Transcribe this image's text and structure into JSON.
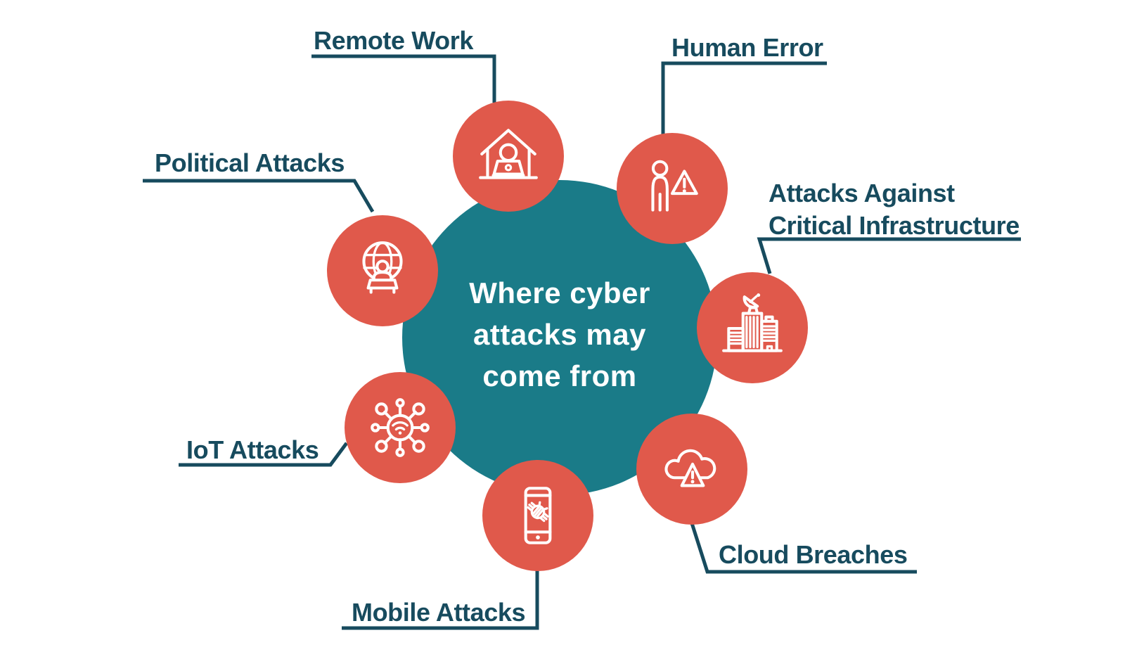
{
  "title": {
    "line1": "Where cyber",
    "line2": "attacks may",
    "line3": "come from"
  },
  "nodes": [
    {
      "label": "Remote Work",
      "icon": "remote-work-house-icon"
    },
    {
      "label": "Human Error",
      "icon": "person-warning-icon"
    },
    {
      "label": "Attacks Against Critical Infrastructure",
      "label_line1": "Attacks Against",
      "label_line2": "Critical Infrastructure",
      "icon": "buildings-satellite-icon"
    },
    {
      "label": "Cloud Breaches",
      "icon": "cloud-warning-icon"
    },
    {
      "label": "Mobile Attacks",
      "icon": "phone-bug-icon"
    },
    {
      "label": "IoT Attacks",
      "icon": "iot-network-icon"
    },
    {
      "label": "Political Attacks",
      "icon": "globe-podium-icon"
    }
  ],
  "colors": {
    "node": "#E0594B",
    "center": "#1A7B88",
    "line": "#174B5E",
    "label": "#174B5E",
    "icon_stroke": "#FFFFFF",
    "background": "#FFFFFF"
  }
}
